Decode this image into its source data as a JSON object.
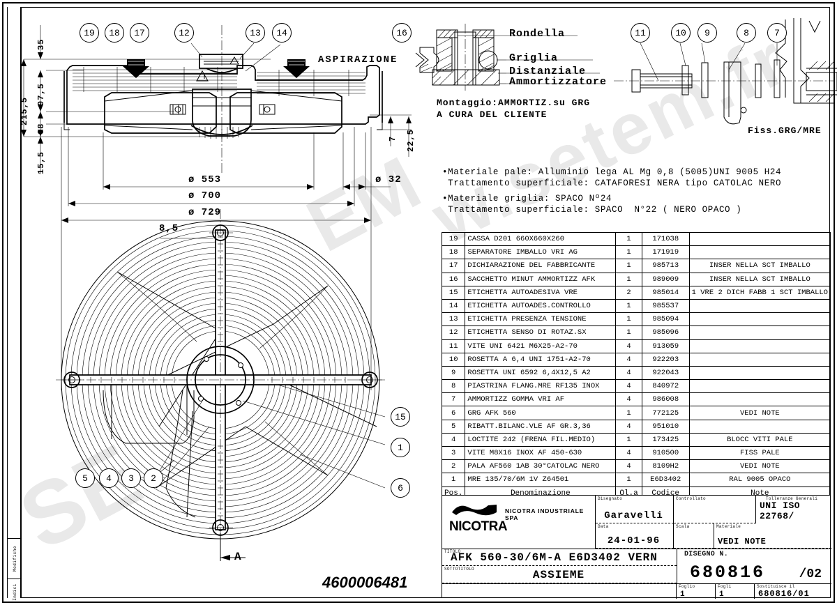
{
  "sheet": {
    "part_number_stamp": "4600006481",
    "section_mark": "A",
    "margin_labels": {
      "modifiche": "Modifiche",
      "indici": "Indici"
    },
    "watermarks": [
      "SE",
      "EM",
      "setem.fr"
    ]
  },
  "section_view": {
    "flow_label": "ASPIRAZIONE",
    "dimensions_vertical": [
      "35",
      "97,5",
      "68",
      "15,5",
      "215,5"
    ],
    "dimensions_small": [
      "7",
      "22,5"
    ],
    "dimensions_horizontal": [
      "ø 553",
      "ø 700",
      "ø 729",
      "ø 32"
    ],
    "balloons": [
      "19",
      "18",
      "17",
      "12",
      "13",
      "14",
      "16"
    ]
  },
  "fan_view": {
    "dimension": "8,5",
    "section_label": "A",
    "balloons_left": [
      "5",
      "4",
      "3",
      "2"
    ],
    "balloons_right": [
      "15",
      "1",
      "6"
    ]
  },
  "mount_detail": {
    "callouts": [
      "Rondella",
      "Griglia",
      "Distanziale",
      "Ammortizzatore"
    ],
    "note_line1": "Montaggio:AMMORTIZ.su GRG",
    "note_line2": "A CURA DEL CLIENTE"
  },
  "exploded_view": {
    "label": "Fiss.GRG/MRE",
    "balloons": [
      "11",
      "10",
      "9",
      "8",
      "7"
    ]
  },
  "material_notes": [
    "•Materiale pale: Alluminio lega AL Mg 0,8 (5005)UNI 9005 H24",
    " Trattamento superficiale: CATAFORESI NERA tipo CATOLAC NERO",
    "•Materiale griglia: SPACO Nº24",
    " Trattamento superficiale: SPACO  N°22 ( NERO OPACO )"
  ],
  "parts_table": {
    "headers": {
      "pos": "Pos.",
      "denominazione": "Denominazione",
      "quantita": "Ql.a",
      "codice": "Codice",
      "note": "Note"
    },
    "rows": [
      {
        "pos": "19",
        "den": "CASSA D201 660X660X260",
        "qta": "1",
        "cod": "171038",
        "note": ""
      },
      {
        "pos": "18",
        "den": "SEPARATORE IMBALLO VRI AG",
        "qta": "1",
        "cod": "171919",
        "note": ""
      },
      {
        "pos": "17",
        "den": "DICHIARAZIONE DEL FABBRICANTE",
        "qta": "1",
        "cod": "985713",
        "note": "INSER NELLA SCT IMBALLO"
      },
      {
        "pos": "16",
        "den": "SACCHETTO MINUT AMMORTIZZ AFK",
        "qta": "1",
        "cod": "989009",
        "note": "INSER NELLA SCT IMBALLO"
      },
      {
        "pos": "15",
        "den": "ETICHETTA AUTOADESIVA VRE",
        "qta": "2",
        "cod": "985014",
        "note": "1 VRE 2 DICH FABB 1 SCT IMBALLO"
      },
      {
        "pos": "14",
        "den": "ETICHETTA AUTOADES.CONTROLLO",
        "qta": "1",
        "cod": "985537",
        "note": ""
      },
      {
        "pos": "13",
        "den": "ETICHETTA PRESENZA TENSIONE",
        "qta": "1",
        "cod": "985094",
        "note": ""
      },
      {
        "pos": "12",
        "den": "ETICHETTA SENSO DI ROTAZ.SX",
        "qta": "1",
        "cod": "985096",
        "note": ""
      },
      {
        "pos": "11",
        "den": "VITE UNI 6421 M6X25-A2-70",
        "qta": "4",
        "cod": "913059",
        "note": ""
      },
      {
        "pos": "10",
        "den": "ROSETTA A 6,4 UNI 1751-A2-70",
        "qta": "4",
        "cod": "922203",
        "note": ""
      },
      {
        "pos": "9",
        "den": "ROSETTA UNI 6592 6,4X12,5 A2",
        "qta": "4",
        "cod": "922043",
        "note": ""
      },
      {
        "pos": "8",
        "den": "PIASTRINA FLANG.MRE RF135 INOX",
        "qta": "4",
        "cod": "840972",
        "note": ""
      },
      {
        "pos": "7",
        "den": "AMMORTIZZ GOMMA VRI AF",
        "qta": "4",
        "cod": "986008",
        "note": ""
      },
      {
        "pos": "6",
        "den": "GRG AFK 560",
        "qta": "1",
        "cod": "772125",
        "note": "VEDI NOTE"
      },
      {
        "pos": "5",
        "den": "RIBATT.BILANC.VLE AF GR.3,36",
        "qta": "4",
        "cod": "951010",
        "note": ""
      },
      {
        "pos": "4",
        "den": "LOCTITE 242 (FRENA FIL.MEDIO)",
        "qta": "1",
        "cod": "173425",
        "note": "BLOCC VITI PALE"
      },
      {
        "pos": "3",
        "den": "VITE M8X16 INOX AF 450-630",
        "qta": "4",
        "cod": "910500",
        "note": "FISS PALE"
      },
      {
        "pos": "2",
        "den": "PALA AF560 1AB 30°CATOLAC NERO",
        "qta": "4",
        "cod": "8109H2",
        "note": "VEDI NOTE"
      },
      {
        "pos": "1",
        "den": "MRE 135/70/6M 1V Z64501",
        "qta": "1",
        "cod": "E6D3402",
        "note": "RAL 9005 OPACO"
      }
    ]
  },
  "title_block": {
    "company": "NICOTRA",
    "company_full": "NICOTRA INDUSTRIALE SPA",
    "disegnato_label": "Disegnato",
    "disegnato_value": "Garavelli",
    "controllato_label": "Controllato",
    "controllato_value": "",
    "tolleranze_label": "Tolleranze Generali",
    "tolleranze_value": "UNI ISO 22768/",
    "data_label": "Data",
    "data_value": "24-01-96",
    "scala_label": "Scala",
    "scala_value": "",
    "materiale_label": "Materiale",
    "materiale_value": "VEDI NOTE",
    "titolo_label": "TITOLO",
    "titolo_value": "AFK 560-30/6M-A E6D3402 VERN",
    "sottotitolo_label": "SOTTOTITOLO",
    "sottotitolo_value": "ASSIEME",
    "disegno_n_label": "DISEGNO N.",
    "disegno_n_value": "680816",
    "disegno_rev": "/02",
    "foglio_label": "Foglio",
    "foglio_value": "1",
    "fogli_label": "Fogli",
    "fogli_value": "1",
    "sostituisce_label": "Sostituisce il",
    "sostituisce_value": "680816/01"
  }
}
